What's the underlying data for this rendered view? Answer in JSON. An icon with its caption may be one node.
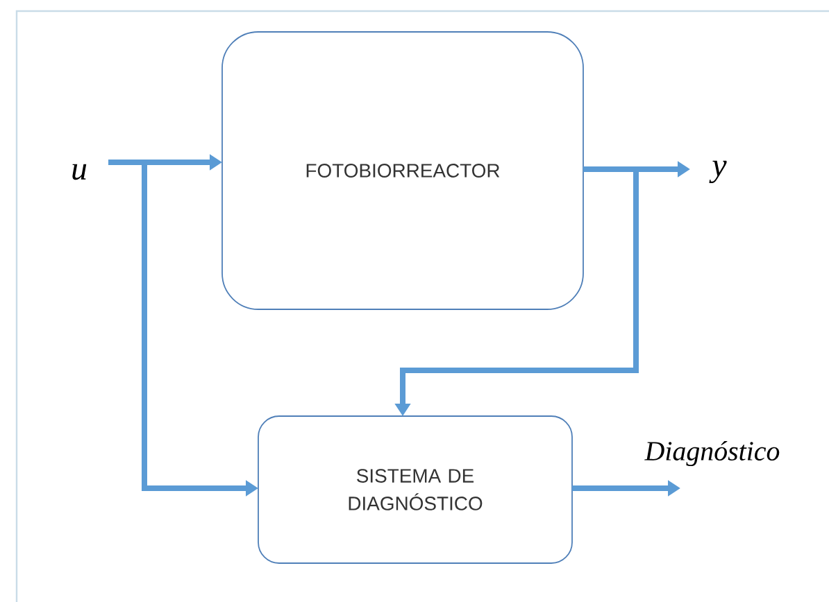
{
  "diagram": {
    "nodes": [
      {
        "text": [
          "u"
        ]
      },
      {
        "text": [
          "FOTOBIORREACTOR"
        ]
      },
      {
        "text": [
          "y"
        ]
      },
      {
        "text": [
          "SISTEMA DE DIAGNÓSTICO"
        ]
      },
      {
        "text": [
          "Diagnóstico"
        ]
      }
    ],
    "edges": [
      {
        "from": 0,
        "to": 1,
        "arrow": "to"
      },
      {
        "from": 0,
        "to": 3,
        "arrow": "to"
      },
      {
        "from": 1,
        "to": 2,
        "arrow": "to"
      },
      {
        "from": 1,
        "to": 3,
        "arrow": "to"
      },
      {
        "from": 3,
        "to": 4,
        "arrow": "to"
      }
    ]
  }
}
